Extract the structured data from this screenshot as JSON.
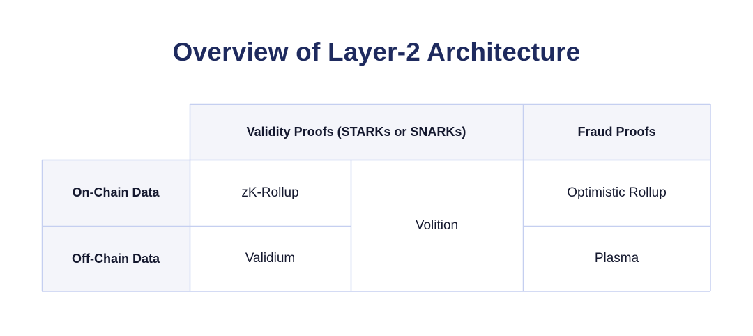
{
  "title": "Overview of Layer-2 Architecture",
  "table": {
    "column_headers": [
      "Validity Proofs (STARKs or SNARKs)",
      "Fraud Proofs"
    ],
    "row_headers": [
      "On-Chain Data",
      "Off-Chain Data"
    ],
    "cells": {
      "onchain_validity": "zK-Rollup",
      "offchain_validity": "Validium",
      "hybrid_validity": "Volition",
      "onchain_fraud": "Optimistic Rollup",
      "offchain_fraud": "Plasma"
    }
  },
  "colors": {
    "title": "#1e2a5e",
    "header_fill": "#f4f5fa",
    "border": "#c5cff0",
    "text": "#14182e"
  }
}
